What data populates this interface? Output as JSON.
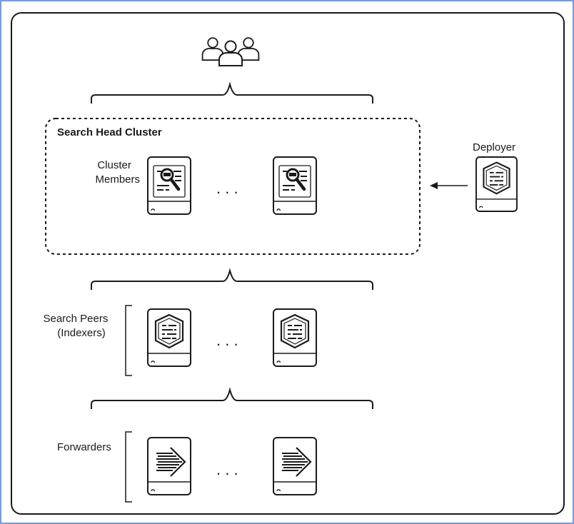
{
  "diagram": {
    "search_head_cluster_title": "Search Head Cluster",
    "cluster_members_label": [
      "Cluster",
      "Members"
    ],
    "deployer_label": "Deployer",
    "search_peers_label": [
      "Search Peers",
      "(Indexers)"
    ],
    "forwarders_label": "Forwarders",
    "ellipsis": ". . ."
  },
  "colors": {
    "outer_frame": "#4a7bc8",
    "stroke": "#1a1a1a",
    "server_fill": "#ffffff"
  },
  "icons": {
    "users": "users-icon",
    "search_head": "magnifier-document-icon",
    "indexer": "shield-document-icon",
    "forwarder": "forward-arrow-icon",
    "deployer": "shield-document-icon"
  }
}
